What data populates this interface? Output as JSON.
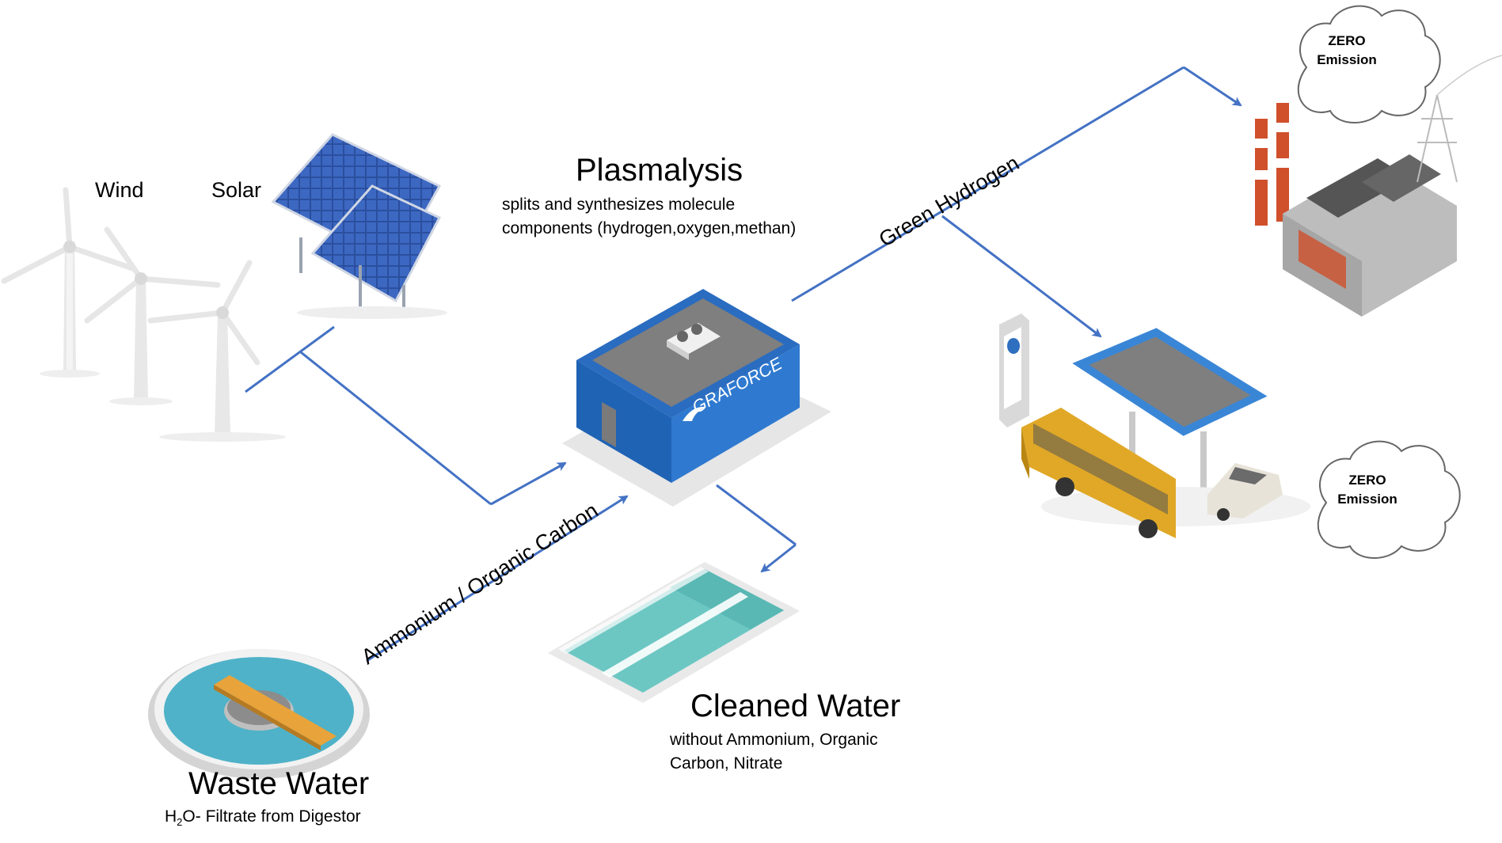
{
  "labels": {
    "wind": "Wind",
    "solar": "Solar",
    "plasmalysis_title": "Plasmalysis",
    "plasmalysis_desc": "splits and synthesizes molecule components (hydrogen,oxygen,methan)",
    "green_hydrogen": "Green Hydrogen",
    "ammonium_carbon": "Ammonium / Organic Carbon",
    "waste_water_title": "Waste Water",
    "waste_water_h": "H",
    "waste_water_sub": "2",
    "waste_water_desc": "O- Filtrate from Digestor",
    "cleaned_water_title": "Cleaned Water",
    "cleaned_water_desc": "without  Ammonium, Organic Carbon, Nitrate",
    "brand": "GRAFORCE"
  },
  "clouds": [
    {
      "line1": "ZERO",
      "line2": "Emission"
    },
    {
      "line1": "ZERO",
      "line2": "Emission"
    }
  ],
  "colors": {
    "arrow": "#4472c4",
    "building_blue": "#2e6fbd",
    "water": "#6cc7c3",
    "bus_yellow": "#e0a826",
    "chimney_red": "#d0502c"
  }
}
